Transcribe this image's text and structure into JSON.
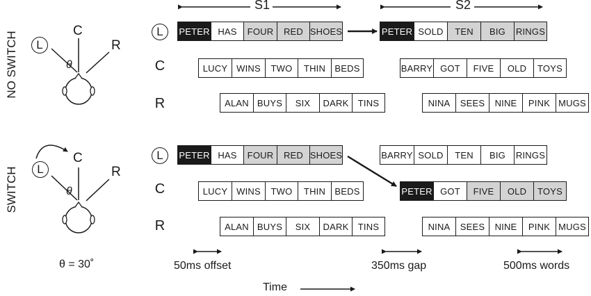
{
  "side_labels": {
    "top": "NO SWITCH",
    "bottom": "SWITCH"
  },
  "stream_labels": {
    "s1": "S1",
    "s2": "S2"
  },
  "channels": {
    "left": "L",
    "center": "C",
    "right": "R"
  },
  "theta_symbol": "θ",
  "theta_value": "θ = 30˚",
  "timing_labels": {
    "offset": "50ms offset",
    "gap": "350ms gap",
    "words": "500ms words"
  },
  "time_label": "Time",
  "panels": {
    "no_switch": {
      "L": {
        "s1": [
          "PETER",
          "HAS",
          "FOUR",
          "RED",
          "SHOES"
        ],
        "s2": [
          "PETER",
          "SOLD",
          "TEN",
          "BIG",
          "RINGS"
        ]
      },
      "C": {
        "s1": [
          "LUCY",
          "WINS",
          "TWO",
          "THIN",
          "BEDS"
        ],
        "s2": [
          "BARRY",
          "GOT",
          "FIVE",
          "OLD",
          "TOYS"
        ]
      },
      "R": {
        "s1": [
          "ALAN",
          "BUYS",
          "SIX",
          "DARK",
          "TINS"
        ],
        "s2": [
          "NINA",
          "SEES",
          "NINE",
          "PINK",
          "MUGS"
        ]
      }
    },
    "switch": {
      "L": {
        "s1": [
          "PETER",
          "HAS",
          "FOUR",
          "RED",
          "SHOES"
        ],
        "s2": [
          "BARRY",
          "SOLD",
          "TEN",
          "BIG",
          "RINGS"
        ]
      },
      "C": {
        "s1": [
          "LUCY",
          "WINS",
          "TWO",
          "THIN",
          "BEDS"
        ],
        "s2": [
          "PETER",
          "GOT",
          "FIVE",
          "OLD",
          "TOYS"
        ]
      },
      "R": {
        "s1": [
          "ALAN",
          "BUYS",
          "SIX",
          "DARK",
          "TINS"
        ],
        "s2": [
          "NINA",
          "SEES",
          "NINE",
          "PINK",
          "MUGS"
        ]
      }
    }
  },
  "colors": {
    "target_name": "#1a1a1a",
    "target_keywords": "#d3d3d3",
    "other": "#ffffff"
  }
}
